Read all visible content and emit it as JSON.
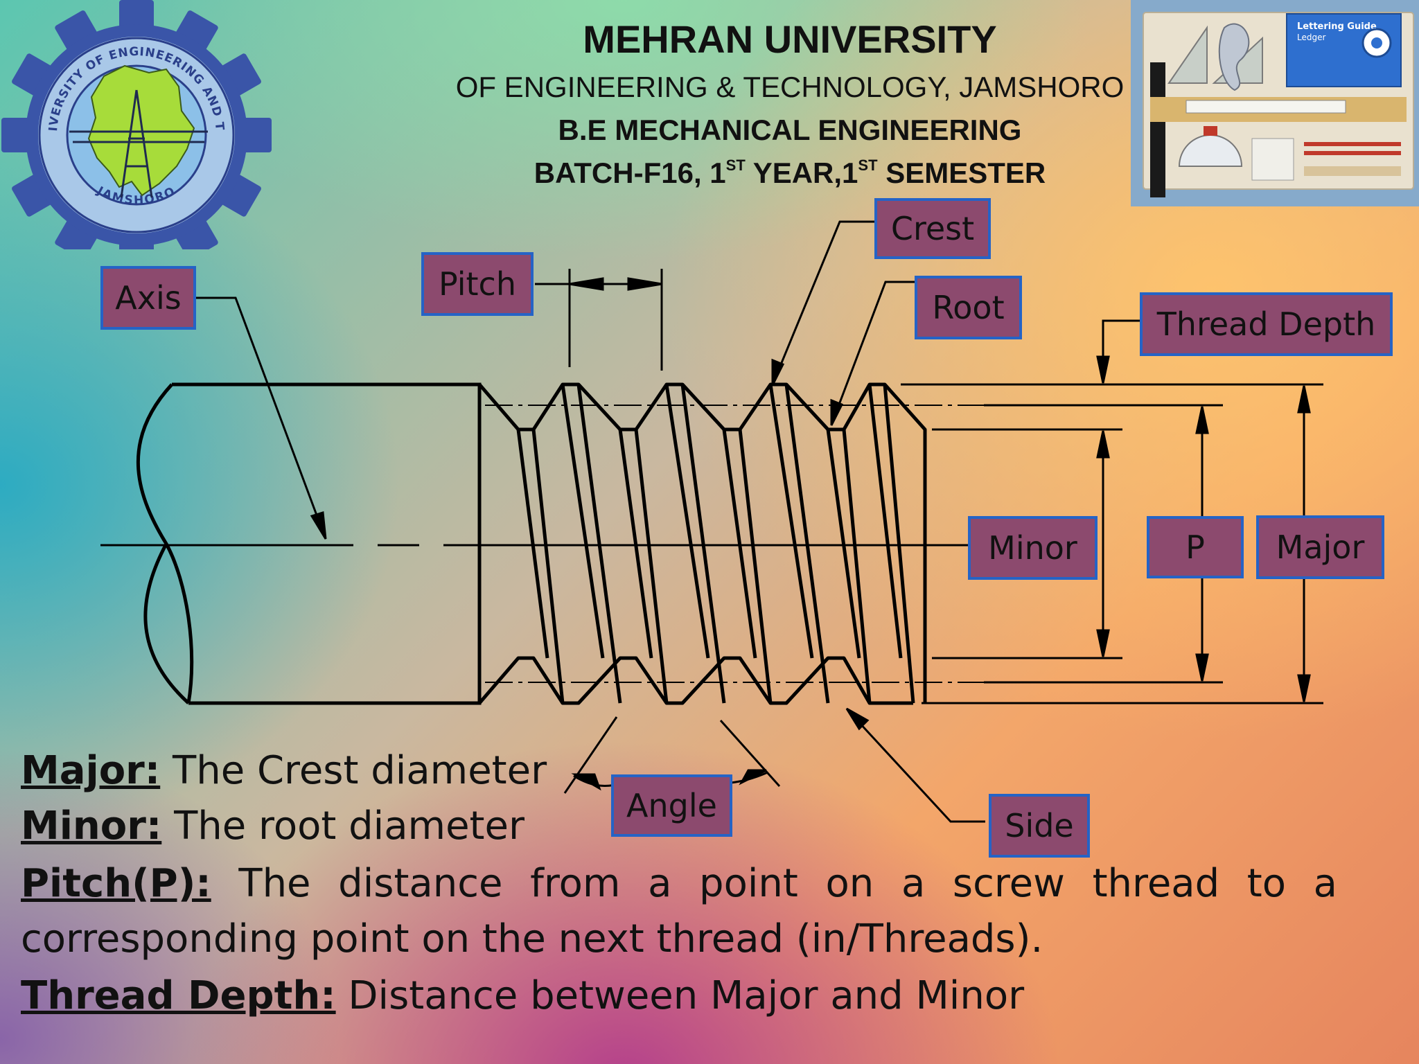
{
  "header": {
    "university": "MEHRAN UNIVERSITY",
    "faculty": "OF ENGINEERING & TECHNOLOGY, JAMSHORO",
    "department": "B.E MECHANICAL ENGINEERING",
    "batch": {
      "prefix": "BATCH-F16, 1",
      "sup1": "ST",
      "middle": " YEAR,1",
      "sup2": "ST",
      "suffix": " SEMESTER"
    }
  },
  "logo": {
    "ring_top_text": "MEHRAN UNIVERSITY OF ENGINEERING AND TECHNOLOGY",
    "ring_bottom_text": "JAMSHORO"
  },
  "photo": {
    "package_title": "Lettering Guide",
    "package_subtitle": "Ledger"
  },
  "labels": {
    "crest": "Crest",
    "root": "Root",
    "pitch": "Pitch",
    "axis": "Axis",
    "thread_depth": "Thread Depth",
    "minor": "Minor",
    "p": "P",
    "major": "Major",
    "angle": "Angle",
    "side": "Side"
  },
  "definitions": {
    "major": {
      "term": "Major:",
      "text": " The Crest diameter"
    },
    "minor": {
      "term": "Minor:",
      "text": " The root diameter"
    },
    "pitch": {
      "term": "Pitch(P):",
      "text": " The distance from a point on a screw thread to a",
      "cont": "corresponding point on the next thread (in/Threads)."
    },
    "depth": {
      "term": "Thread Depth:",
      "text": " Distance between Major and Minor"
    }
  },
  "colors": {
    "label_fill": "#8c4a6e",
    "label_border": "#2563c6",
    "logo_blue": "#3a55a8",
    "logo_green": "#a7dc3a"
  }
}
